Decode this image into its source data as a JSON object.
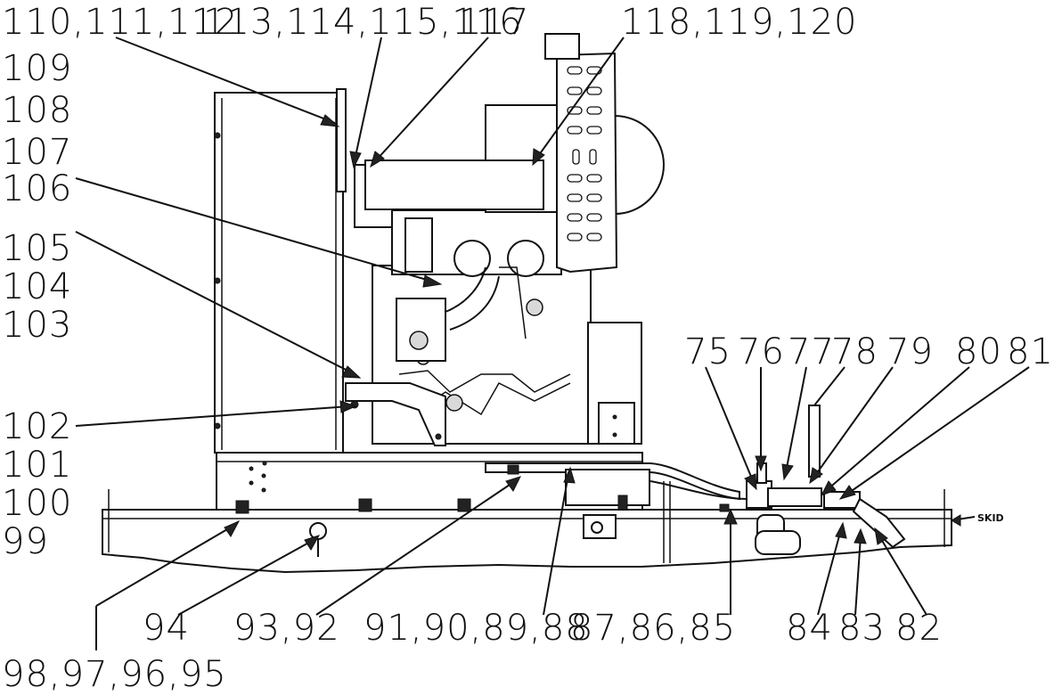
{
  "labels": {
    "l110": "110,111,112",
    "l113": "113,114,115,116",
    "l117": "117",
    "l118": "118,119,120",
    "l109": "109",
    "l108": "108",
    "l107": "107",
    "l106": "106",
    "l105": "105",
    "l104": "104",
    "l103": "103",
    "l102": "102",
    "l101": "101",
    "l100": "100",
    "l99": "99",
    "l75": "75",
    "l76": "76",
    "l77": "77",
    "l78": "78",
    "l79": "79",
    "l80": "80",
    "l81": "81",
    "l94": "94",
    "l93": "93,92",
    "l91": "91,90,89,88",
    "l87": "87,86,85",
    "l84": "84",
    "l83": "83",
    "l82": "82",
    "l98": "98,97,96,95",
    "skid": "SKID"
  }
}
